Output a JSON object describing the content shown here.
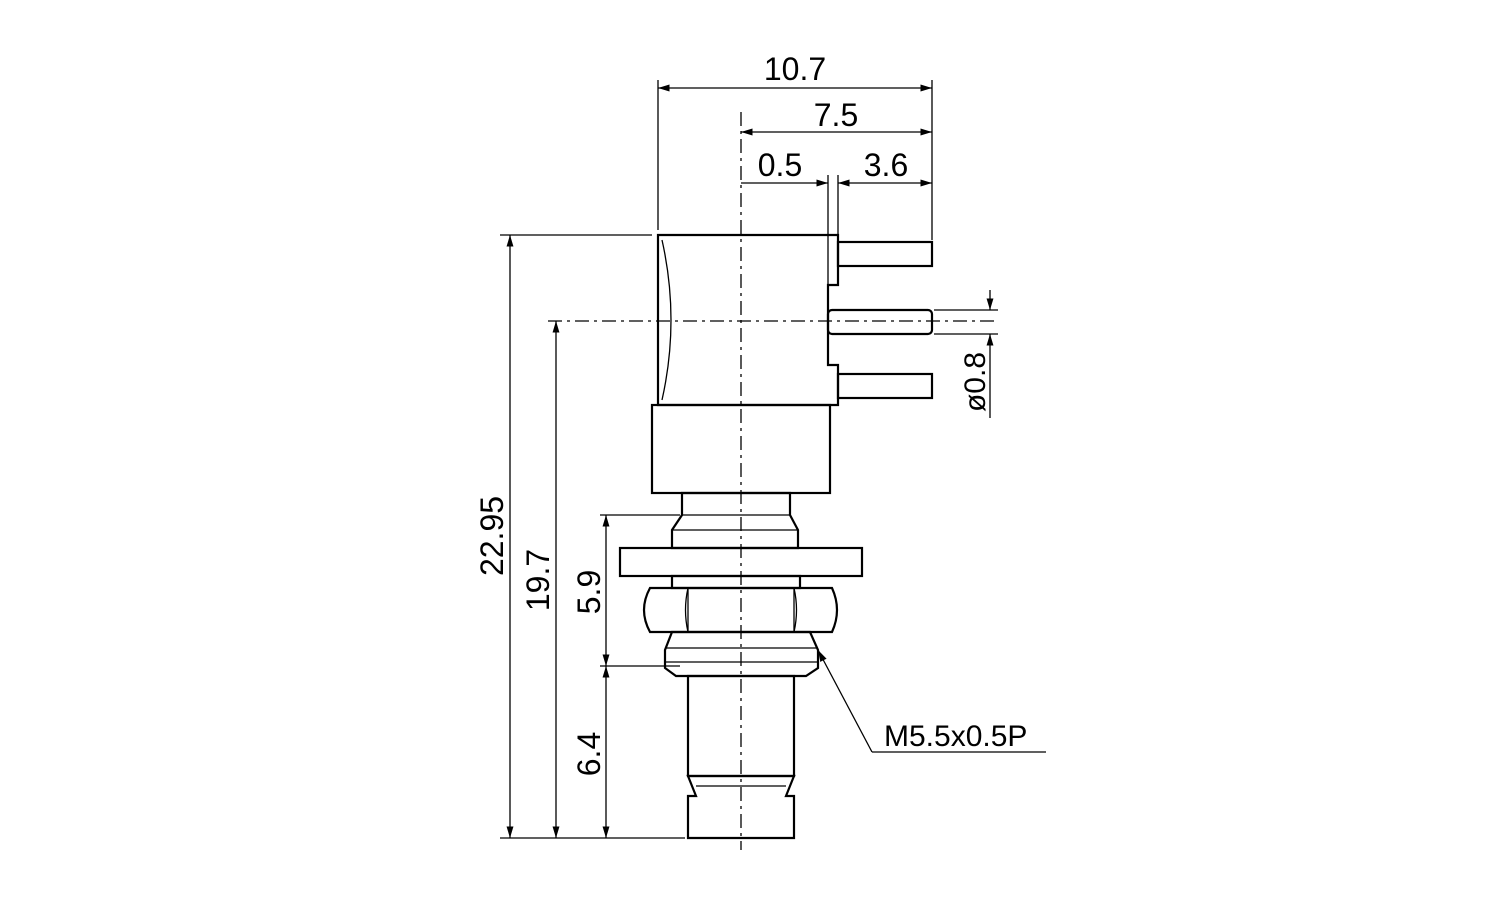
{
  "drawing": {
    "dimensions": {
      "overall_width": "10.7",
      "body_to_pins": "7.5",
      "step_small": "0.5",
      "pin_length": "3.6",
      "pin_diameter": "ø0.8",
      "overall_height": "22.95",
      "pin_to_bottom": "19.7",
      "thread_section": "5.9",
      "plug_section": "6.4"
    },
    "thread_callout": "M5.5x0.5P"
  }
}
